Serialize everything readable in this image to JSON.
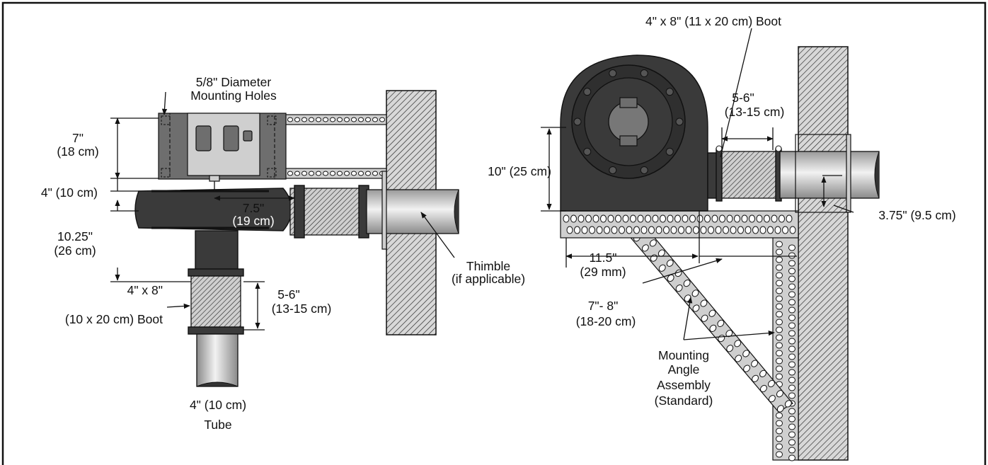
{
  "diagram": {
    "left_view": {
      "labels": {
        "mounting_holes_line1": "5/8\" Diameter",
        "mounting_holes_line2": "Mounting Holes",
        "dim_7_in": "7\"",
        "dim_7_cm": "(18 cm)",
        "dim_4_offset": "4\" (10 cm)",
        "dim_10_25_in": "10.25\"",
        "dim_10_25_cm": "(26 cm)",
        "dim_7_5_in": "7.5\"",
        "dim_7_5_cm": "(19 cm)",
        "boot_line1": "4\" x 8\"",
        "boot_line2": "(10 x 20 cm) Boot",
        "boot_len_in": "5-6\"",
        "boot_len_cm": "(13-15 cm)",
        "thimble_line1": "Thimble",
        "thimble_line2": "(if applicable)",
        "tube_line1": "4\" (10 cm)",
        "tube_line2": "Tube"
      }
    },
    "right_view": {
      "labels": {
        "boot": "4\" x 8\" (11 x 20 cm) Boot",
        "boot_len_in": "5-6\"",
        "boot_len_cm": "(13-15 cm)",
        "height": "10\" (25 cm)",
        "pipe_offset": "3.75\" (9.5 cm)",
        "dim_11_5_in": "11.5\"",
        "dim_11_5_mm": "(29 mm)",
        "dim_7_8_in": "7\"- 8\"",
        "dim_7_8_cm": "(18-20 cm)",
        "angle_line1": "Mounting",
        "angle_line2": "Angle",
        "angle_line3": "Assembly",
        "angle_line4": "(Standard)"
      }
    }
  }
}
